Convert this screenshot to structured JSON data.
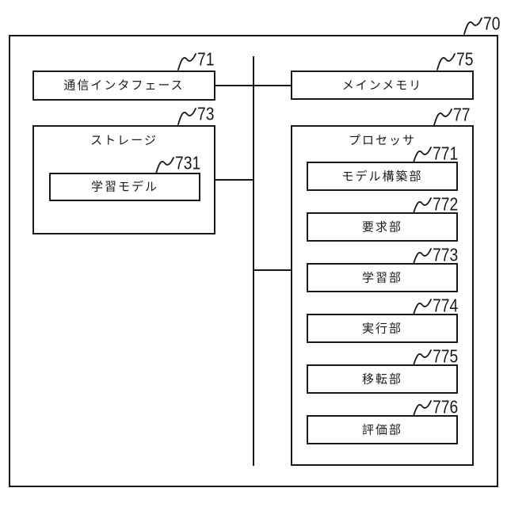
{
  "ink": "#1a1a1a",
  "background": "#ffffff",
  "figure": {
    "outer": {
      "ref": "70"
    },
    "blocks": {
      "comm": {
        "ref": "71",
        "label": "通信インタフェース"
      },
      "memory": {
        "ref": "75",
        "label": "メインメモリ"
      },
      "storage": {
        "ref": "73",
        "label": "ストレージ"
      },
      "learning_model": {
        "ref": "731",
        "label": "学習モデル"
      },
      "processor": {
        "ref": "77",
        "label": "プロセッサ"
      }
    },
    "processor_units": [
      {
        "ref": "771",
        "label": "モデル構築部"
      },
      {
        "ref": "772",
        "label": "要求部"
      },
      {
        "ref": "773",
        "label": "学習部"
      },
      {
        "ref": "774",
        "label": "実行部"
      },
      {
        "ref": "775",
        "label": "移転部"
      },
      {
        "ref": "776",
        "label": "評価部"
      }
    ],
    "icons": {
      "reference_leader": "〜"
    }
  }
}
